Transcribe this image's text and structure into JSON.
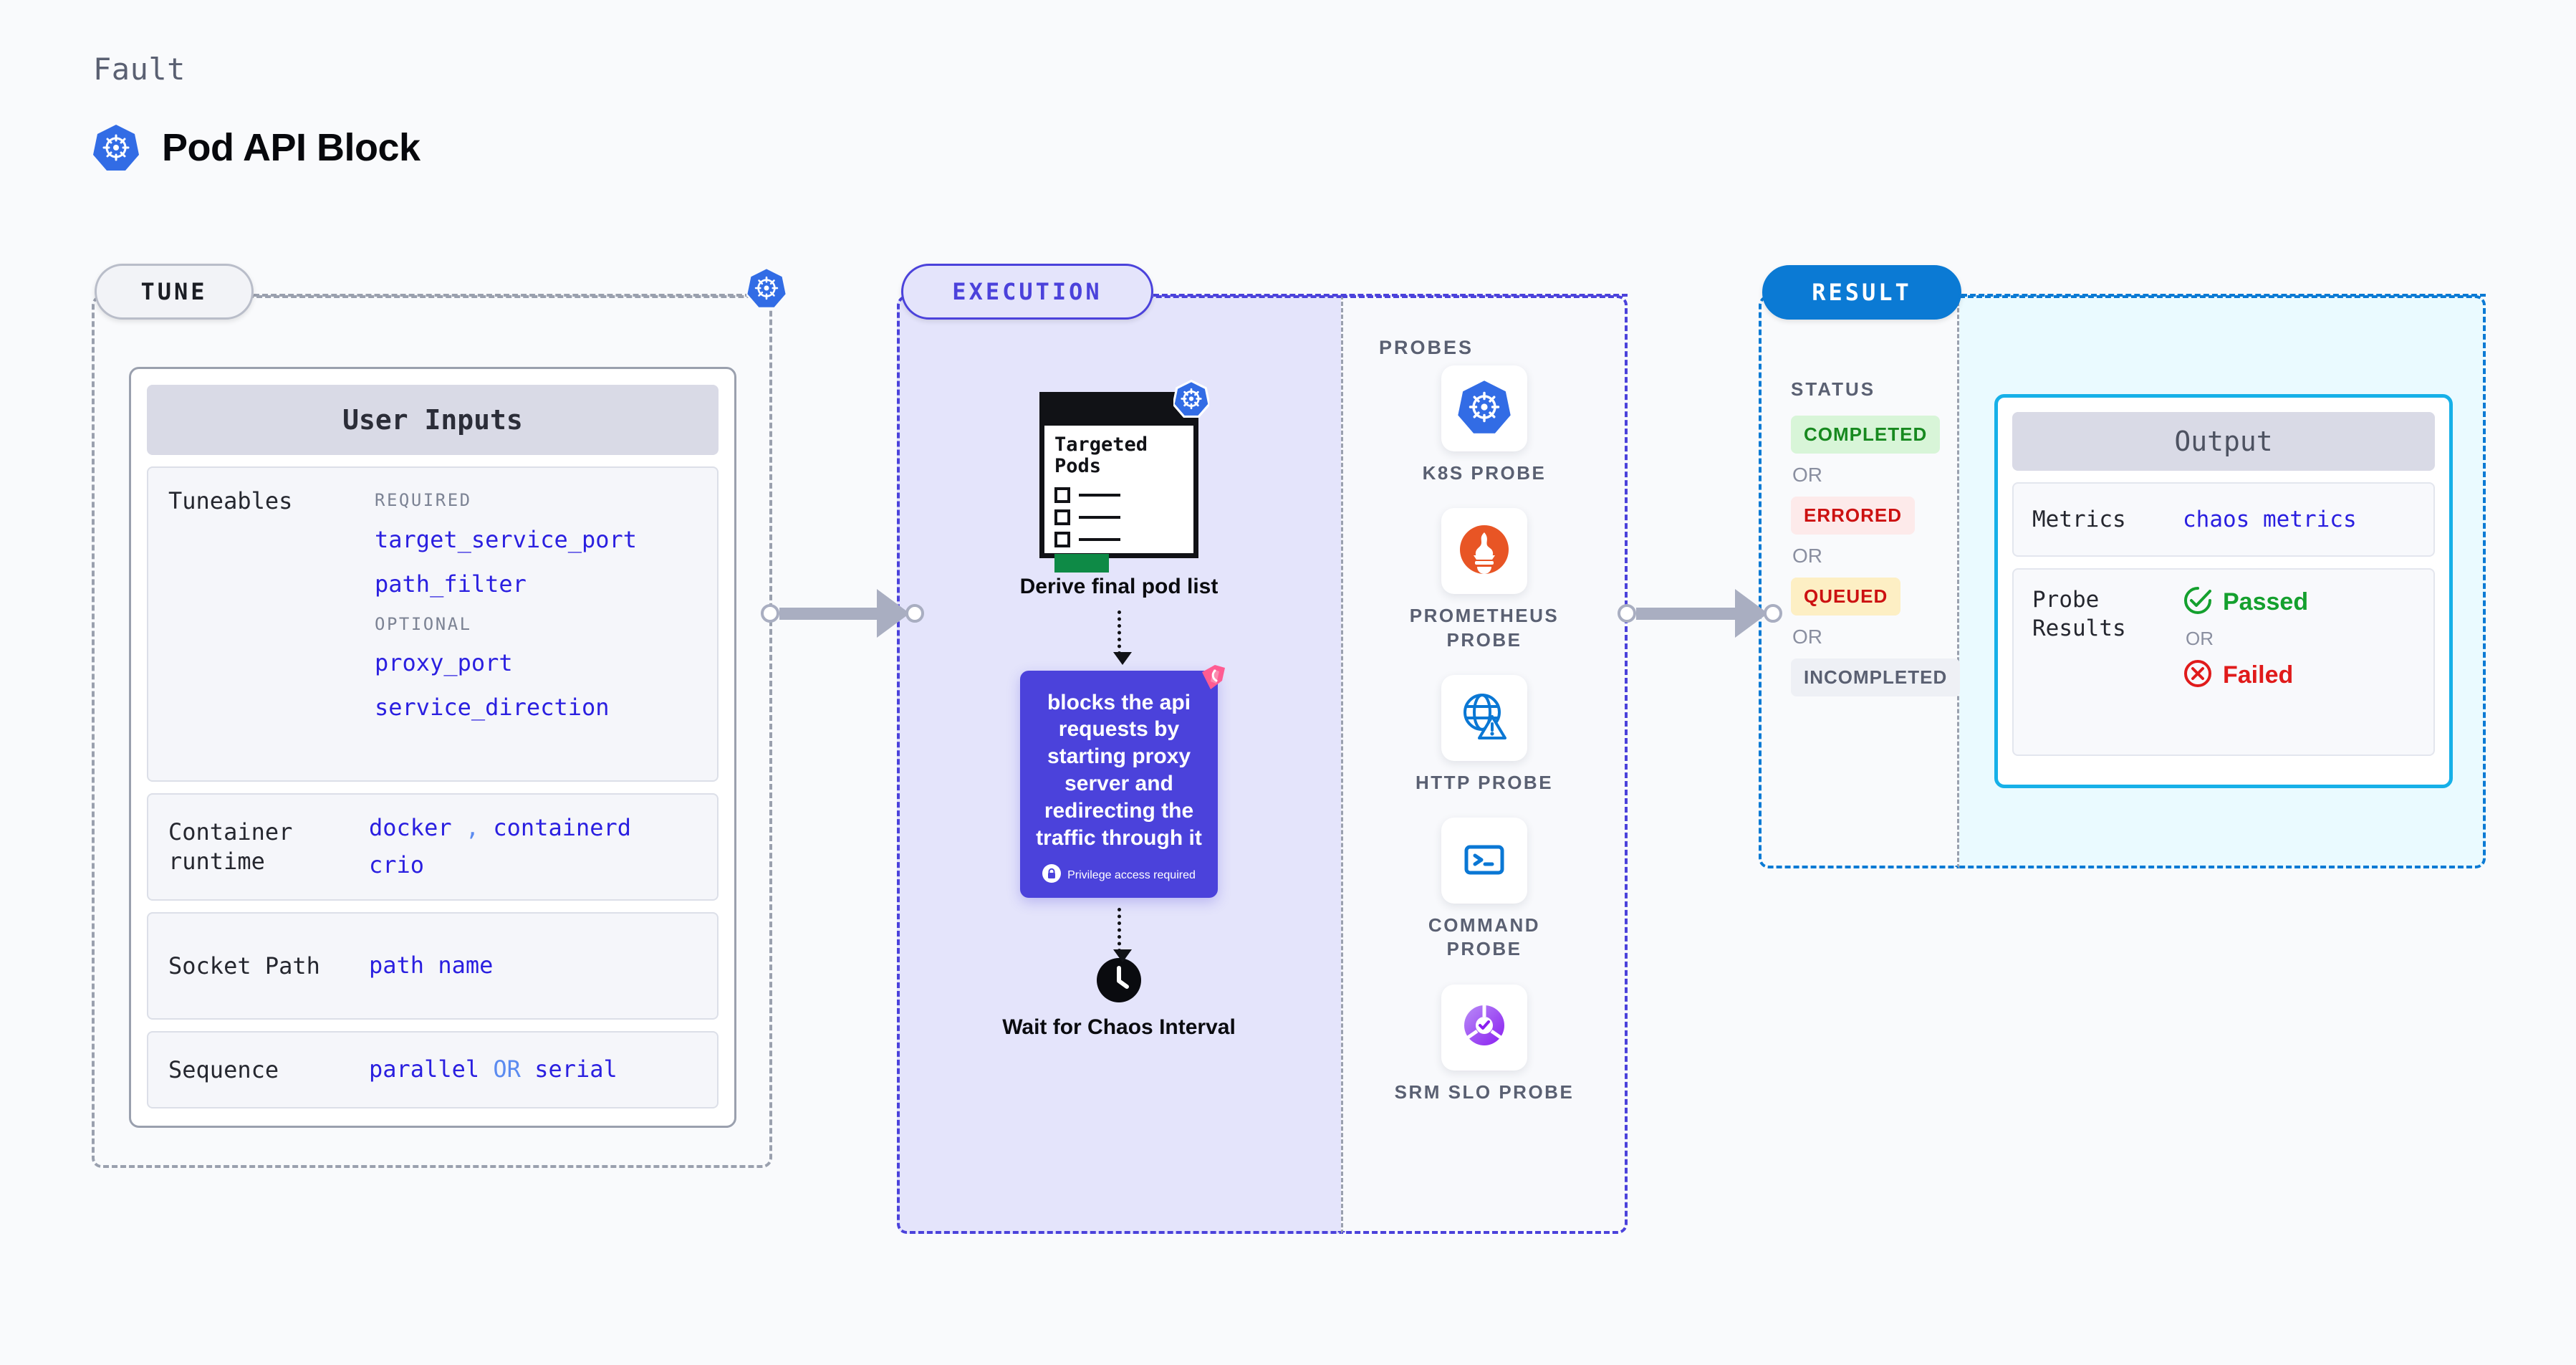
{
  "header": {
    "eyebrow": "Fault",
    "title": "Pod API Block",
    "icon": "kubernetes-icon"
  },
  "tune": {
    "badge": "TUNE",
    "corner_icon": "kubernetes-icon",
    "card_title": "User Inputs",
    "rows": [
      {
        "label": "Tuneables",
        "groups": [
          {
            "heading": "REQUIRED",
            "values": [
              "target_service_port",
              "path_filter"
            ]
          },
          {
            "heading": "OPTIONAL",
            "values": [
              "proxy_port",
              "service_direction"
            ]
          }
        ]
      },
      {
        "label": "Container runtime",
        "value_line1": "docker",
        "separator": ",",
        "value_line1b": "containerd",
        "value_line2": "crio"
      },
      {
        "label": "Socket Path",
        "value": "path name"
      },
      {
        "label": "Sequence",
        "value_a": "parallel",
        "conjunction": "OR",
        "value_b": "serial"
      }
    ]
  },
  "execution": {
    "badge": "EXECUTION",
    "pods_card": {
      "title": "Targeted Pods",
      "icon": "kubernetes-icon",
      "checkbox_count": 3
    },
    "step1_label": "Derive final pod list",
    "action": {
      "text": "blocks the api requests by starting proxy server and redirecting the traffic through it",
      "privilege_note": "Privilege access required",
      "privilege_icon": "lock-icon",
      "corner_icon": "litmus-icon",
      "color": "#4b42db"
    },
    "wait": {
      "icon": "clock-icon",
      "label": "Wait for Chaos Interval"
    }
  },
  "probes": {
    "title": "PROBES",
    "items": [
      {
        "label": "K8S PROBE",
        "icon": "kubernetes-icon"
      },
      {
        "label": "PROMETHEUS PROBE",
        "icon": "prometheus-icon"
      },
      {
        "label": "HTTP PROBE",
        "icon": "globe-warning-icon"
      },
      {
        "label": "COMMAND PROBE",
        "icon": "terminal-icon"
      },
      {
        "label": "SRM SLO PROBE",
        "icon": "srm-slo-icon"
      }
    ]
  },
  "result": {
    "badge": "RESULT",
    "status_title": "STATUS",
    "or_label": "OR",
    "statuses": [
      {
        "label": "COMPLETED",
        "bg": "#d8f5d8",
        "fg": "#17891f"
      },
      {
        "label": "ERRORED",
        "bg": "#fdeaea",
        "fg": "#cc1111"
      },
      {
        "label": "QUEUED",
        "bg": "#fdefc4",
        "fg": "#cc1111"
      },
      {
        "label": "INCOMPLETED",
        "bg": "#eef0f5",
        "fg": "#5a6072"
      }
    ],
    "output": {
      "title": "Output",
      "metrics_label": "Metrics",
      "metrics_value": "chaos metrics",
      "probe_results_label": "Probe Results",
      "passed_label": "Passed",
      "failed_label": "Failed",
      "or_label": "OR",
      "passed_icon": "check-circle-icon",
      "failed_icon": "x-circle-icon"
    }
  }
}
